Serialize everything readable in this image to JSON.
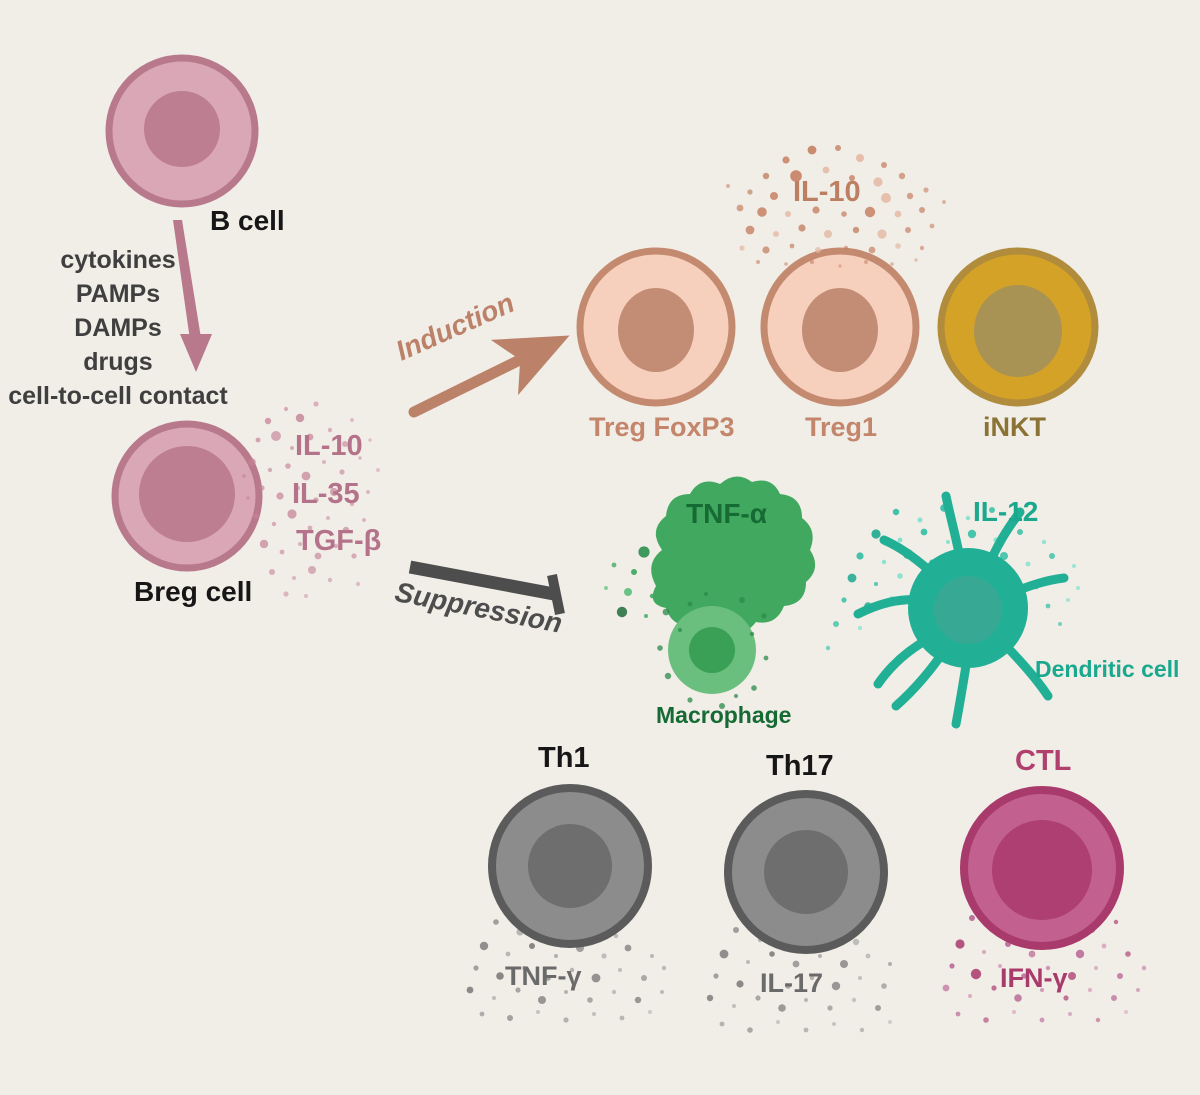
{
  "figure": {
    "background_color": "#f1ede7",
    "title": "Breg cell immunoregulation schematic"
  },
  "stimuli": {
    "lines": [
      "cytokines",
      "PAMPs",
      "DAMPs",
      "drugs",
      "cell-to-cell contact"
    ],
    "color": "#333333"
  },
  "arrows": {
    "differentiation": {
      "label": "",
      "color": "#b9788a",
      "direction": "down"
    },
    "induction": {
      "label": "Induction",
      "color": "#bb8169",
      "type": "activating-arrow"
    },
    "suppression": {
      "label": "Suppression",
      "color": "#4d4d4d",
      "type": "inhibitory-t-bar"
    }
  },
  "cells": {
    "b_cell": {
      "label": "B cell",
      "label_color": "#161616",
      "membrane": "#d9a7b6",
      "border": "#b9798c",
      "nucleus": "#bd7e92"
    },
    "breg_cell": {
      "label": "Breg cell",
      "label_color": "#161616",
      "membrane": "#d9a7b6",
      "border": "#b9798c",
      "nucleus": "#bd7e92",
      "secretions": [
        "IL-10",
        "IL-35",
        "TGF-β"
      ],
      "secretion_color": "#b4738a"
    },
    "treg_foxp3": {
      "label": "Treg FoxP3",
      "label_color": "#c4866b",
      "membrane": "#f6cfbd",
      "border": "#c38a6f",
      "nucleus": "#c28d74"
    },
    "treg1": {
      "label": "Treg1",
      "label_color": "#c4866b",
      "membrane": "#f6cfbd",
      "border": "#c38a6f",
      "nucleus": "#c28d74",
      "secretion": "IL-10",
      "secretion_color": "#bd7f61"
    },
    "inkt": {
      "label": "iNKT",
      "label_color": "#8a7334",
      "membrane": "#d4a227",
      "border": "#b08c3c",
      "nucleus": "#a89355"
    },
    "macrophage": {
      "label": "Macrophage",
      "label_color": "#166b35",
      "membrane": "#41a85f",
      "nucleus_outer": "#6bbf7e",
      "nucleus_inner": "#3aa055",
      "secretion": "TNF-α",
      "secretion_color": "#166b35"
    },
    "dendritic_cell": {
      "label": "Dendritic cell",
      "label_color": "#1aa88e",
      "membrane": "#21b095",
      "nucleus": "#37a893",
      "secretion": "IL-12",
      "secretion_color": "#1aa88e"
    },
    "th1": {
      "label": "Th1",
      "label_color": "#161616",
      "membrane": "#8c8c8c",
      "border": "#5b5b5b",
      "nucleus": "#6e6e6e",
      "secretion": "TNF-γ",
      "secretion_color": "#6a6a6a"
    },
    "th17": {
      "label": "Th17",
      "label_color": "#161616",
      "membrane": "#8c8c8c",
      "border": "#5b5b5b",
      "nucleus": "#6e6e6e",
      "secretion": "IL-17",
      "secretion_color": "#6a6a6a"
    },
    "ctl": {
      "label": "CTL",
      "label_color": "#b0416f",
      "membrane": "#c26091",
      "border": "#a93a6c",
      "nucleus": "#ad3f72",
      "secretion": "IFN-γ",
      "secretion_color": "#a93a6c"
    }
  }
}
